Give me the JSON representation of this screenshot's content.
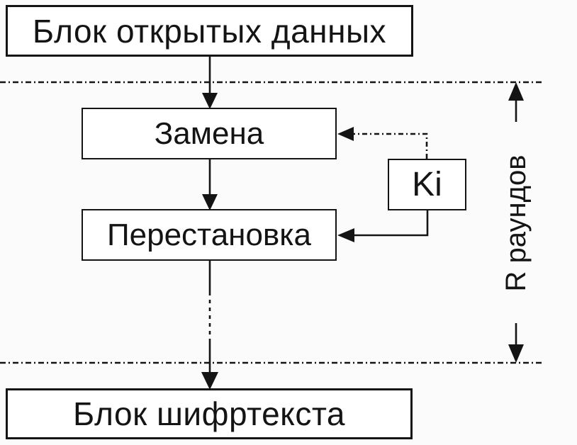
{
  "diagram": {
    "kind": "block-cipher-round-structure",
    "nodes": {
      "plaintext": "Блок открытых данных",
      "substitution": "Замена",
      "key": "Ki",
      "permutation": "Перестановка",
      "ciphertext": "Блок шифртекста"
    },
    "annotations": {
      "rounds": "R раундов"
    },
    "colors": {
      "ink": "#141414",
      "box_fill": "#ffffff",
      "background": "#fbfbfb"
    }
  }
}
